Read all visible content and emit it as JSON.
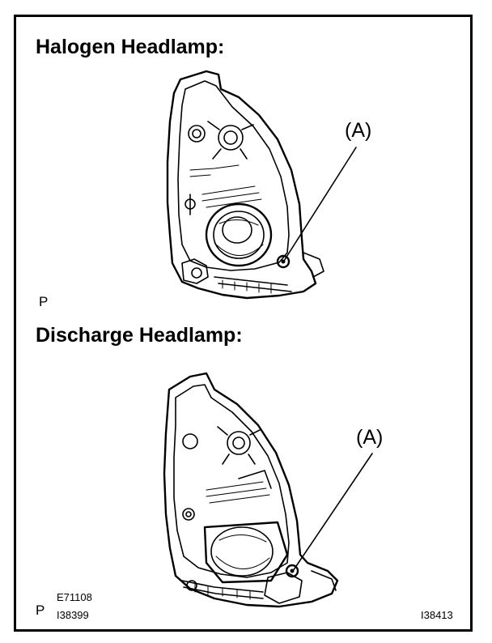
{
  "sections": {
    "halogen": {
      "title": "Halogen Headlamp:",
      "callout": "(A)",
      "corner_label": "P"
    },
    "discharge": {
      "title": "Discharge Headlamp:",
      "callout": "(A)",
      "corner_label": "P"
    }
  },
  "footer": {
    "code_top_left": "E71108",
    "code_bottom_left": "I38399",
    "code_bottom_right": "I38413"
  }
}
